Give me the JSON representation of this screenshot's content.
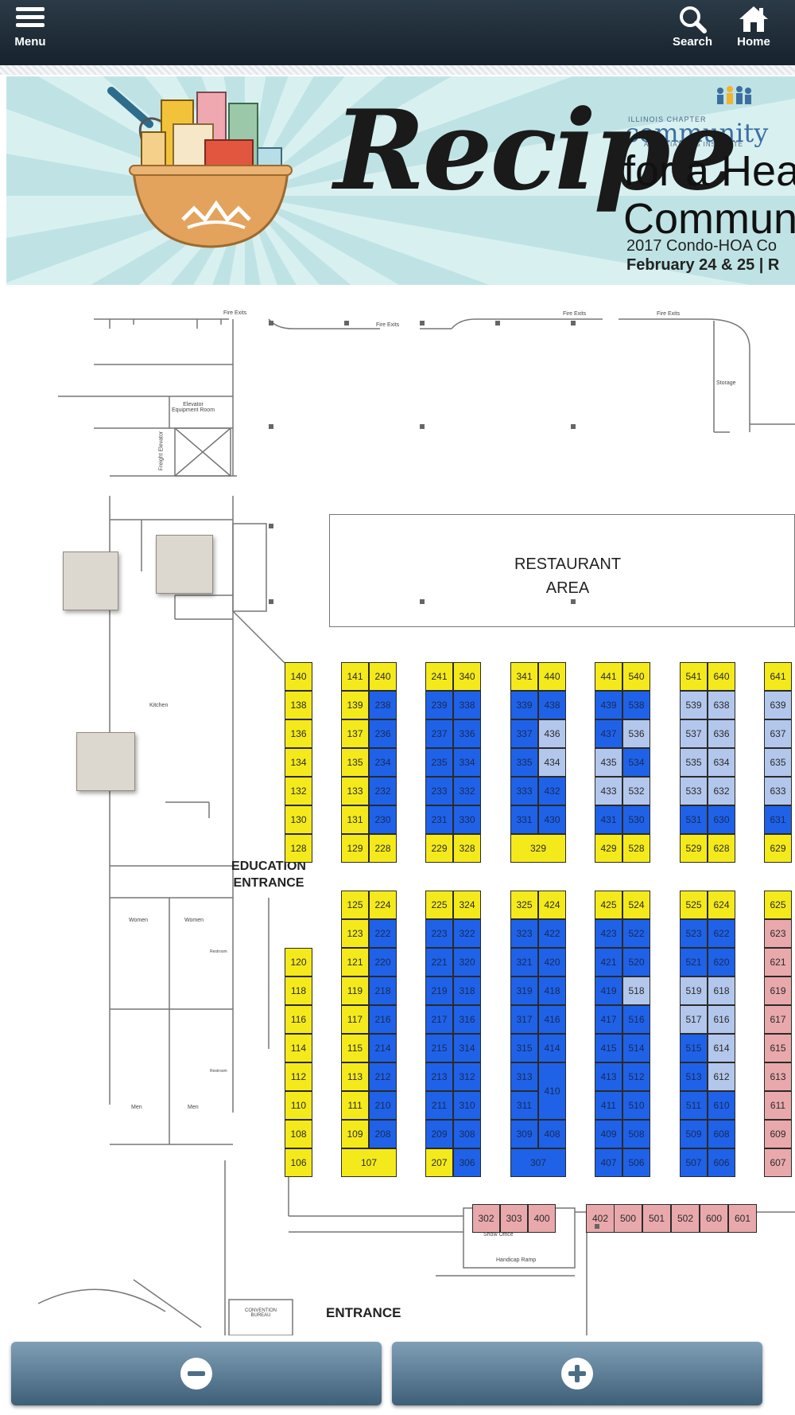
{
  "app": {
    "menu_label": "Menu",
    "search_label": "Search",
    "home_label": "Home"
  },
  "banner": {
    "org_line1": "ILLINOIS CHAPTER",
    "org_name": "community",
    "org_line2": "ASSOCIATIONS INSTITUTE",
    "title_word": "Recipe",
    "tagline_1": "for a Hea",
    "tagline_2": "Commun",
    "subtitle_1": "2017 Condo-HOA Co",
    "subtitle_2": "February 24 & 25 | R"
  },
  "map": {
    "fire_exits": "Fire Exits",
    "storage": "Storage",
    "elevator_room": "Elevator Equipment Room",
    "freight_elevator": "Freight Elevator",
    "restaurant_line1": "RESTAURANT",
    "restaurant_line2": "AREA",
    "kitchen": "Kitchen",
    "education_line1": "EDUCATION",
    "education_line2": "ENTRANCE",
    "women": "Women",
    "men": "Men",
    "restroom": "Restroom",
    "show_office": "Show Office",
    "handicap_ramp": "Handicap Ramp",
    "convention_line1": "CONVENTION",
    "convention_line2": "BUREAU",
    "entrance": "ENTRANCE",
    "colors": {
      "yellow": "#f4ea1b",
      "blue": "#1f62e8",
      "light_blue": "#b3c7ec",
      "pink": "#e9a9ac"
    },
    "booths": [
      {
        "id": "140",
        "c": "y"
      },
      {
        "id": "138",
        "c": "y"
      },
      {
        "id": "136",
        "c": "y"
      },
      {
        "id": "134",
        "c": "y"
      },
      {
        "id": "132",
        "c": "y"
      },
      {
        "id": "130",
        "c": "y"
      },
      {
        "id": "128",
        "c": "y"
      },
      {
        "id": "141",
        "c": "y"
      },
      {
        "id": "139",
        "c": "y"
      },
      {
        "id": "137",
        "c": "y"
      },
      {
        "id": "135",
        "c": "y"
      },
      {
        "id": "133",
        "c": "y"
      },
      {
        "id": "131",
        "c": "y"
      },
      {
        "id": "129",
        "c": "y"
      },
      {
        "id": "240",
        "c": "y"
      },
      {
        "id": "238",
        "c": "b"
      },
      {
        "id": "236",
        "c": "b"
      },
      {
        "id": "234",
        "c": "b"
      },
      {
        "id": "232",
        "c": "b"
      },
      {
        "id": "230",
        "c": "b"
      },
      {
        "id": "228",
        "c": "y"
      },
      {
        "id": "241",
        "c": "y"
      },
      {
        "id": "239",
        "c": "b"
      },
      {
        "id": "237",
        "c": "b"
      },
      {
        "id": "235",
        "c": "b"
      },
      {
        "id": "233",
        "c": "b"
      },
      {
        "id": "231",
        "c": "b"
      },
      {
        "id": "229",
        "c": "y"
      },
      {
        "id": "340",
        "c": "y"
      },
      {
        "id": "338",
        "c": "b"
      },
      {
        "id": "336",
        "c": "b"
      },
      {
        "id": "334",
        "c": "b"
      },
      {
        "id": "332",
        "c": "b"
      },
      {
        "id": "330",
        "c": "b"
      },
      {
        "id": "328",
        "c": "y"
      },
      {
        "id": "341",
        "c": "y"
      },
      {
        "id": "339",
        "c": "b"
      },
      {
        "id": "337",
        "c": "b"
      },
      {
        "id": "335",
        "c": "b"
      },
      {
        "id": "333",
        "c": "b"
      },
      {
        "id": "331",
        "c": "b"
      },
      {
        "id": "440",
        "c": "y"
      },
      {
        "id": "438",
        "c": "b"
      },
      {
        "id": "436",
        "c": "l"
      },
      {
        "id": "434",
        "c": "l"
      },
      {
        "id": "432",
        "c": "b"
      },
      {
        "id": "430",
        "c": "b"
      },
      {
        "id": "329",
        "c": "y"
      },
      {
        "id": "441",
        "c": "y"
      },
      {
        "id": "439",
        "c": "b"
      },
      {
        "id": "437",
        "c": "b"
      },
      {
        "id": "435",
        "c": "l"
      },
      {
        "id": "433",
        "c": "l"
      },
      {
        "id": "431",
        "c": "b"
      },
      {
        "id": "429",
        "c": "y"
      },
      {
        "id": "540",
        "c": "y"
      },
      {
        "id": "538",
        "c": "b"
      },
      {
        "id": "536",
        "c": "l"
      },
      {
        "id": "534",
        "c": "b"
      },
      {
        "id": "532",
        "c": "l"
      },
      {
        "id": "530",
        "c": "b"
      },
      {
        "id": "528",
        "c": "y"
      },
      {
        "id": "541",
        "c": "y"
      },
      {
        "id": "539",
        "c": "l"
      },
      {
        "id": "537",
        "c": "l"
      },
      {
        "id": "535",
        "c": "l"
      },
      {
        "id": "533",
        "c": "l"
      },
      {
        "id": "531",
        "c": "b"
      },
      {
        "id": "529",
        "c": "y"
      },
      {
        "id": "640",
        "c": "y"
      },
      {
        "id": "638",
        "c": "l"
      },
      {
        "id": "636",
        "c": "l"
      },
      {
        "id": "634",
        "c": "l"
      },
      {
        "id": "632",
        "c": "l"
      },
      {
        "id": "630",
        "c": "b"
      },
      {
        "id": "628",
        "c": "y"
      },
      {
        "id": "641",
        "c": "y"
      },
      {
        "id": "639",
        "c": "l"
      },
      {
        "id": "637",
        "c": "l"
      },
      {
        "id": "635",
        "c": "l"
      },
      {
        "id": "633",
        "c": "l"
      },
      {
        "id": "631",
        "c": "b"
      },
      {
        "id": "629",
        "c": "y"
      },
      {
        "id": "120",
        "c": "y"
      },
      {
        "id": "118",
        "c": "y"
      },
      {
        "id": "116",
        "c": "y"
      },
      {
        "id": "114",
        "c": "y"
      },
      {
        "id": "112",
        "c": "y"
      },
      {
        "id": "110",
        "c": "y"
      },
      {
        "id": "108",
        "c": "y"
      },
      {
        "id": "106",
        "c": "y"
      },
      {
        "id": "125",
        "c": "y"
      },
      {
        "id": "123",
        "c": "y"
      },
      {
        "id": "121",
        "c": "y"
      },
      {
        "id": "119",
        "c": "y"
      },
      {
        "id": "117",
        "c": "y"
      },
      {
        "id": "115",
        "c": "y"
      },
      {
        "id": "113",
        "c": "y"
      },
      {
        "id": "111",
        "c": "y"
      },
      {
        "id": "109",
        "c": "y"
      },
      {
        "id": "224",
        "c": "y"
      },
      {
        "id": "222",
        "c": "b"
      },
      {
        "id": "220",
        "c": "b"
      },
      {
        "id": "218",
        "c": "b"
      },
      {
        "id": "216",
        "c": "b"
      },
      {
        "id": "214",
        "c": "b"
      },
      {
        "id": "212",
        "c": "b"
      },
      {
        "id": "210",
        "c": "b"
      },
      {
        "id": "208",
        "c": "b"
      },
      {
        "id": "107",
        "c": "y"
      },
      {
        "id": "225",
        "c": "y"
      },
      {
        "id": "223",
        "c": "b"
      },
      {
        "id": "221",
        "c": "b"
      },
      {
        "id": "219",
        "c": "b"
      },
      {
        "id": "217",
        "c": "b"
      },
      {
        "id": "215",
        "c": "b"
      },
      {
        "id": "213",
        "c": "b"
      },
      {
        "id": "211",
        "c": "b"
      },
      {
        "id": "209",
        "c": "b"
      },
      {
        "id": "207",
        "c": "y"
      },
      {
        "id": "324",
        "c": "y"
      },
      {
        "id": "322",
        "c": "b"
      },
      {
        "id": "320",
        "c": "b"
      },
      {
        "id": "318",
        "c": "b"
      },
      {
        "id": "316",
        "c": "b"
      },
      {
        "id": "314",
        "c": "b"
      },
      {
        "id": "312",
        "c": "b"
      },
      {
        "id": "310",
        "c": "b"
      },
      {
        "id": "308",
        "c": "b"
      },
      {
        "id": "306",
        "c": "b"
      },
      {
        "id": "325",
        "c": "y"
      },
      {
        "id": "323",
        "c": "b"
      },
      {
        "id": "321",
        "c": "b"
      },
      {
        "id": "319",
        "c": "b"
      },
      {
        "id": "317",
        "c": "b"
      },
      {
        "id": "315",
        "c": "b"
      },
      {
        "id": "313",
        "c": "b"
      },
      {
        "id": "311",
        "c": "b"
      },
      {
        "id": "309",
        "c": "b"
      },
      {
        "id": "424",
        "c": "y"
      },
      {
        "id": "422",
        "c": "b"
      },
      {
        "id": "420",
        "c": "b"
      },
      {
        "id": "418",
        "c": "b"
      },
      {
        "id": "416",
        "c": "b"
      },
      {
        "id": "414",
        "c": "b"
      },
      {
        "id": "410",
        "c": "b"
      },
      {
        "id": "408",
        "c": "b"
      },
      {
        "id": "307",
        "c": "b"
      },
      {
        "id": "425",
        "c": "y"
      },
      {
        "id": "423",
        "c": "b"
      },
      {
        "id": "421",
        "c": "b"
      },
      {
        "id": "419",
        "c": "b"
      },
      {
        "id": "417",
        "c": "b"
      },
      {
        "id": "415",
        "c": "b"
      },
      {
        "id": "413",
        "c": "b"
      },
      {
        "id": "411",
        "c": "b"
      },
      {
        "id": "409",
        "c": "b"
      },
      {
        "id": "407",
        "c": "b"
      },
      {
        "id": "524",
        "c": "y"
      },
      {
        "id": "522",
        "c": "b"
      },
      {
        "id": "520",
        "c": "b"
      },
      {
        "id": "518",
        "c": "l"
      },
      {
        "id": "516",
        "c": "b"
      },
      {
        "id": "514",
        "c": "b"
      },
      {
        "id": "512",
        "c": "b"
      },
      {
        "id": "510",
        "c": "b"
      },
      {
        "id": "508",
        "c": "b"
      },
      {
        "id": "506",
        "c": "b"
      },
      {
        "id": "525",
        "c": "y"
      },
      {
        "id": "523",
        "c": "b"
      },
      {
        "id": "521",
        "c": "b"
      },
      {
        "id": "519",
        "c": "l"
      },
      {
        "id": "517",
        "c": "l"
      },
      {
        "id": "515",
        "c": "b"
      },
      {
        "id": "513",
        "c": "b"
      },
      {
        "id": "511",
        "c": "b"
      },
      {
        "id": "509",
        "c": "b"
      },
      {
        "id": "507",
        "c": "b"
      },
      {
        "id": "624",
        "c": "y"
      },
      {
        "id": "622",
        "c": "b"
      },
      {
        "id": "620",
        "c": "b"
      },
      {
        "id": "618",
        "c": "l"
      },
      {
        "id": "616",
        "c": "l"
      },
      {
        "id": "614",
        "c": "l"
      },
      {
        "id": "612",
        "c": "l"
      },
      {
        "id": "610",
        "c": "b"
      },
      {
        "id": "608",
        "c": "b"
      },
      {
        "id": "606",
        "c": "b"
      },
      {
        "id": "625",
        "c": "y"
      },
      {
        "id": "623",
        "c": "p"
      },
      {
        "id": "621",
        "c": "p"
      },
      {
        "id": "619",
        "c": "p"
      },
      {
        "id": "617",
        "c": "p"
      },
      {
        "id": "615",
        "c": "p"
      },
      {
        "id": "613",
        "c": "p"
      },
      {
        "id": "611",
        "c": "p"
      },
      {
        "id": "609",
        "c": "p"
      },
      {
        "id": "607",
        "c": "p"
      },
      {
        "id": "302",
        "c": "p"
      },
      {
        "id": "303",
        "c": "p"
      },
      {
        "id": "400",
        "c": "p"
      },
      {
        "id": "402",
        "c": "p"
      },
      {
        "id": "500",
        "c": "p"
      },
      {
        "id": "501",
        "c": "p"
      },
      {
        "id": "502",
        "c": "p"
      },
      {
        "id": "600",
        "c": "p"
      },
      {
        "id": "601",
        "c": "p"
      }
    ]
  },
  "zoom": {
    "out_icon": "minus-icon",
    "in_icon": "plus-icon"
  }
}
